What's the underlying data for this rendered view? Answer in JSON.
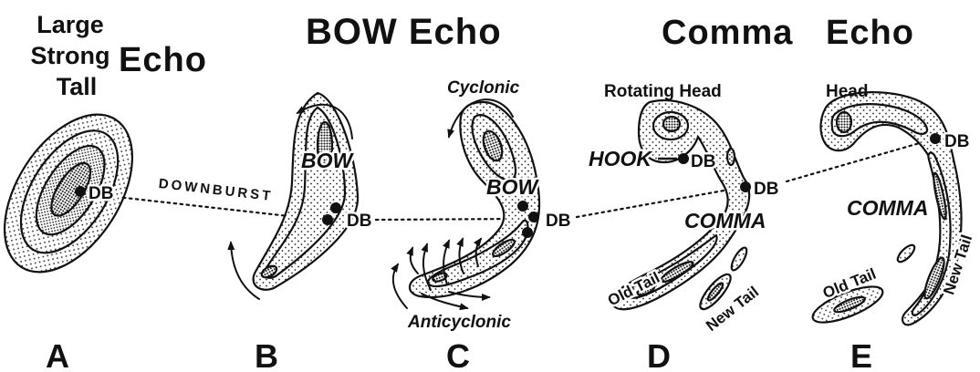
{
  "headings": {
    "bow_echo": "BOW Echo",
    "comma": "Comma",
    "comma_echo": "Echo"
  },
  "track_label": "DOWNBURST",
  "panel_a": {
    "heading_lines": [
      "Large",
      "Strong",
      "Tall"
    ],
    "heading_echo": "Echo",
    "db_label": "DB",
    "letter": "A"
  },
  "panel_b": {
    "core_label": "BOW",
    "db_label": "DB",
    "letter": "B"
  },
  "panel_c": {
    "top_flow_label": "Cyclonic",
    "core_label": "BOW",
    "db_label": "DB",
    "bottom_flow_label": "Anticyclonic",
    "letter": "C"
  },
  "panel_d": {
    "head_label": "Rotating Head",
    "hook_label": "HOOK",
    "hook_db_label": "DB",
    "db_label": "DB",
    "body_label": "COMMA",
    "old_tail_label": "Old Tail",
    "new_tail_label": "New Tail",
    "letter": "D"
  },
  "panel_e": {
    "head_label": "Head",
    "db_label": "DB",
    "body_label": "COMMA",
    "old_tail_label": "Old Tail",
    "new_tail_label": "New Tail",
    "letter": "E"
  }
}
